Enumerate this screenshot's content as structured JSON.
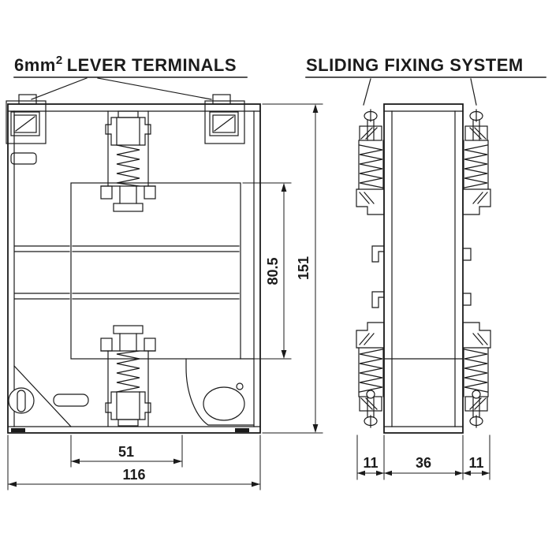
{
  "colors": {
    "line": "#1b1b1b",
    "background": "#ffffff"
  },
  "titles": {
    "lever_terminals": {
      "prefix": "6mm",
      "superscript": "2",
      "suffix": "LEVER TERMINALS"
    },
    "sliding_fixing": "SLIDING FIXING SYSTEM"
  },
  "front_view": {
    "dim_inner_height_mm": "80.5",
    "dim_total_height_mm": "151",
    "dim_clip_width_mm": "51",
    "dim_total_width_mm": "116"
  },
  "side_view": {
    "dim_left_mm": "11",
    "dim_body_mm": "36",
    "dim_right_mm": "11"
  }
}
